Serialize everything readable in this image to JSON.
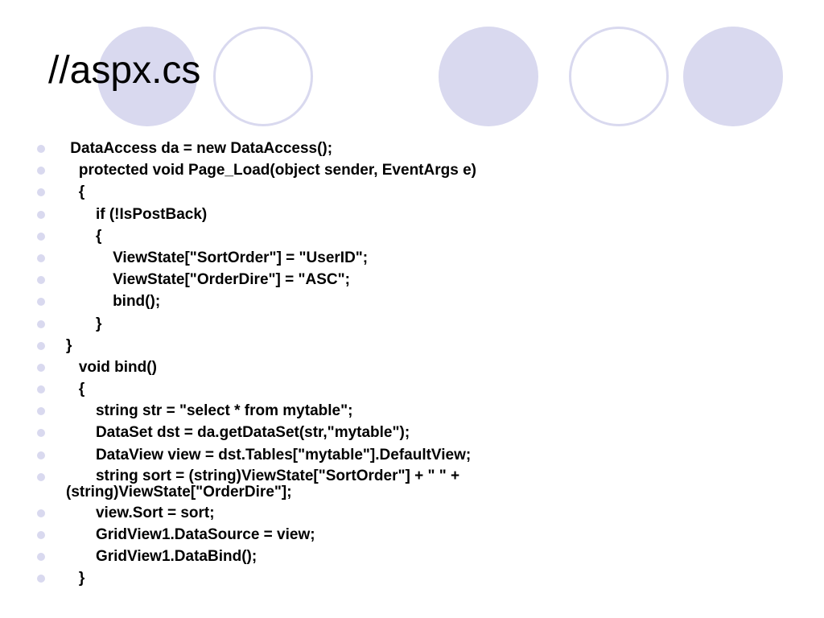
{
  "slide": {
    "title": "//aspx.cs"
  },
  "code_lines": [
    " DataAccess da = new DataAccess();",
    "   protected void Page_Load(object sender, EventArgs e)",
    "   {",
    "       if (!IsPostBack)",
    "       {",
    "           ViewState[\"SortOrder\"] = \"UserID\";",
    "           ViewState[\"OrderDire\"] = \"ASC\";",
    "           bind();",
    "       }",
    "}",
    "   void bind()",
    "   {",
    "       string str = \"select * from mytable\";",
    "       DataSet dst = da.getDataSet(str,\"mytable\");",
    "       DataView view = dst.Tables[\"mytable\"].DefaultView;",
    "       string sort = (string)ViewState[\"SortOrder\"] + \" \" +\n(string)ViewState[\"OrderDire\"];",
    "       view.Sort = sort;",
    "       GridView1.DataSource = view;",
    "       GridView1.DataBind();",
    "   }"
  ],
  "colors": {
    "accent_circle": "#d9d9ef",
    "text": "#000000",
    "background": "#ffffff"
  }
}
